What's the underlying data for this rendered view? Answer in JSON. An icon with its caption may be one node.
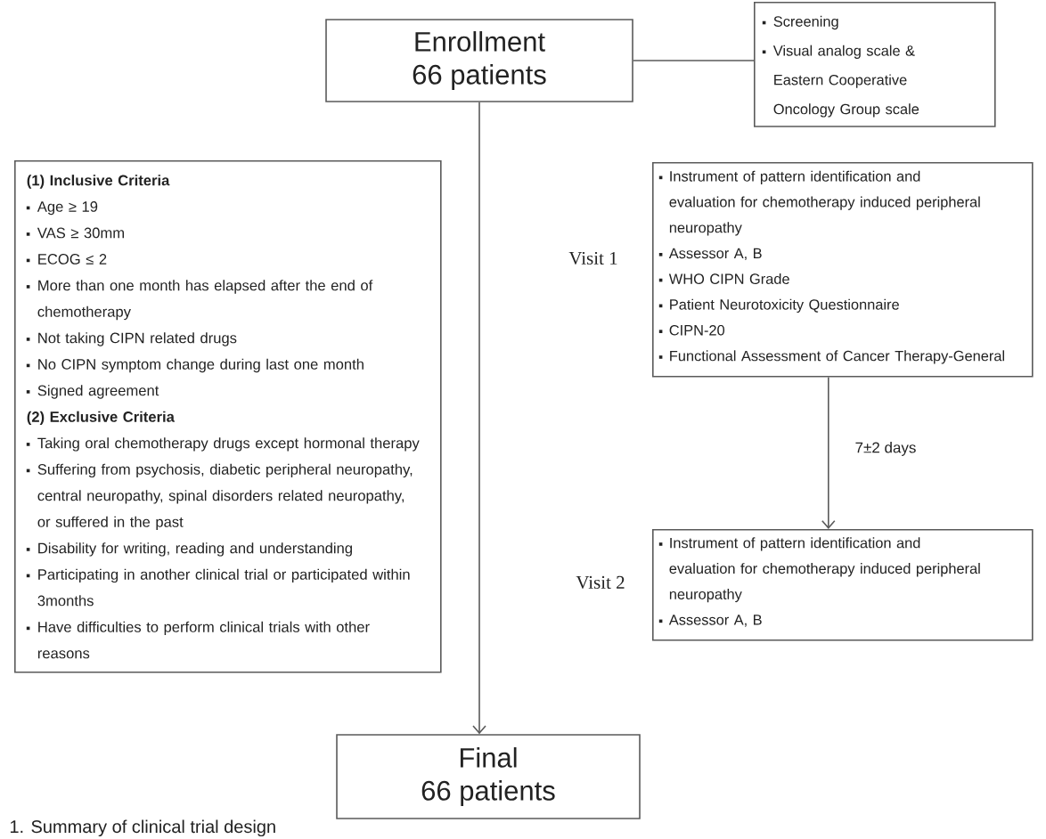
{
  "diagram": {
    "caption": "1. Summary of clinical trial design",
    "nodes": [
      {
        "text": [
          "Enrollment",
          "66 patients"
        ]
      },
      {
        "text": [
          "Screening",
          "Visual analog scale & Eastern Cooperative Oncology Group scale"
        ]
      },
      {
        "text": [
          "(1) Inclusive Criteria",
          "Age ≥ 19",
          "VAS ≥ 30mm",
          "ECOG ≤ 2",
          "More than one month has elapsed after the end of chemotherapy",
          "Not taking CIPN related drugs",
          "No CIPN symptom change during last one month",
          "Signed agreement",
          "(2) Exclusive Criteria",
          "Taking oral chemotherapy drugs except hormonal therapy",
          "Suffering from psychosis, diabetic peripheral neuropathy, central neuropathy, spinal disorders related neuropathy, or suffered in the past",
          "Disability for writing, reading and understanding",
          "Participating in another clinical trial or participated within 3months",
          "Have difficulties to perform clinical trials with other reasons"
        ]
      },
      {
        "text": [
          "Instrument of pattern identification and evaluation for chemotherapy induced peripheral neuropathy",
          "Assessor A, B",
          "WHO CIPN Grade",
          "Patient Neurotoxicity Questionnaire",
          "CIPN-20",
          "Functional Assessment of Cancer Therapy-General"
        ],
        "beside": [
          "Visit 1"
        ]
      },
      {
        "text": [
          "Instrument of pattern identification and evaluation for chemotherapy induced peripheral neuropathy",
          "Assessor A, B"
        ],
        "beside": [
          "Visit 2"
        ]
      },
      {
        "text": [
          "Final",
          "66 patients"
        ]
      }
    ],
    "edges": [
      {
        "from": 0,
        "to": 1,
        "arrow": "none"
      },
      {
        "from": 0,
        "to": 5,
        "arrow": "to"
      },
      {
        "from": 3,
        "to": 4,
        "arrow": "to",
        "label": "7±2 days"
      }
    ]
  }
}
